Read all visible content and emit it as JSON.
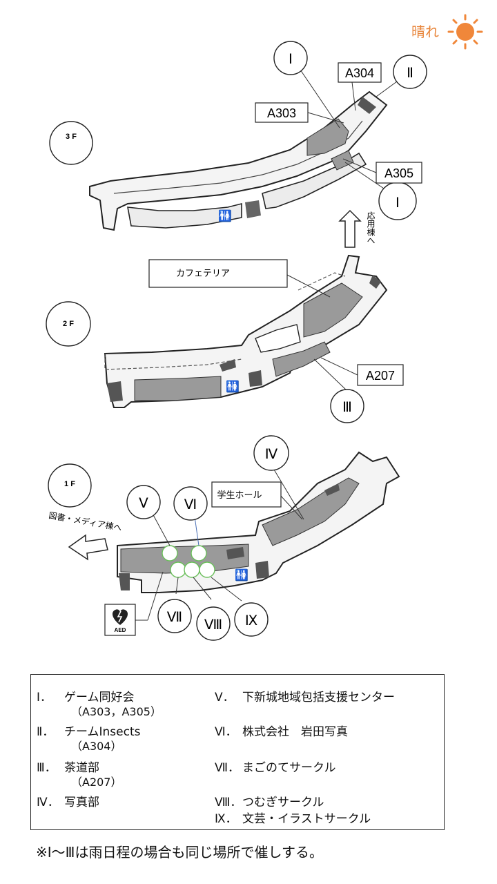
{
  "weather": {
    "label": "晴れ",
    "icon": "sun-icon",
    "color": "#e8853a"
  },
  "floors": {
    "f3": {
      "label": "3 F",
      "rooms": {
        "a303": "A303",
        "a304": "A304",
        "a305": "A305"
      },
      "markers": {
        "m1a": "Ⅰ",
        "m2": "Ⅱ",
        "m1b": "Ⅰ"
      },
      "direction": "応用棟へ"
    },
    "f2": {
      "label": "2 F",
      "rooms": {
        "cafeteria": "カフェテリア",
        "a207": "A207"
      },
      "markers": {
        "m3": "Ⅲ"
      }
    },
    "f1": {
      "label": "1 F",
      "rooms": {
        "hall": "学生ホール"
      },
      "markers": {
        "m4": "Ⅳ",
        "m5": "Ⅴ",
        "m6": "Ⅵ",
        "m7": "Ⅶ",
        "m8": "Ⅷ",
        "m9": "Ⅸ"
      },
      "direction": "図書・メディア棟へ",
      "aed": "AED"
    }
  },
  "legend": [
    {
      "num": "Ⅰ．",
      "name": "ゲーム同好会",
      "sub": "（A303，A305）"
    },
    {
      "num": "Ⅱ．",
      "name": "チームInsects",
      "sub": "（A304）"
    },
    {
      "num": "Ⅲ．",
      "name": "茶道部",
      "sub": "（A207）"
    },
    {
      "num": "Ⅳ．",
      "name": "写真部",
      "sub": ""
    },
    {
      "num": "Ⅴ．",
      "name": "下新城地域包括支援センター",
      "sub": ""
    },
    {
      "num": "Ⅵ．",
      "name": "株式会社　岩田写真",
      "sub": ""
    },
    {
      "num": "Ⅶ．",
      "name": "まごのてサークル",
      "sub": ""
    },
    {
      "num": "Ⅷ．",
      "name": "つむぎサークル",
      "sub": ""
    },
    {
      "num": "Ⅸ．",
      "name": "文芸・イラストサークル",
      "sub": ""
    }
  ],
  "note": "※Ⅰ～Ⅲは雨日程の場合も同じ場所で催しする。"
}
